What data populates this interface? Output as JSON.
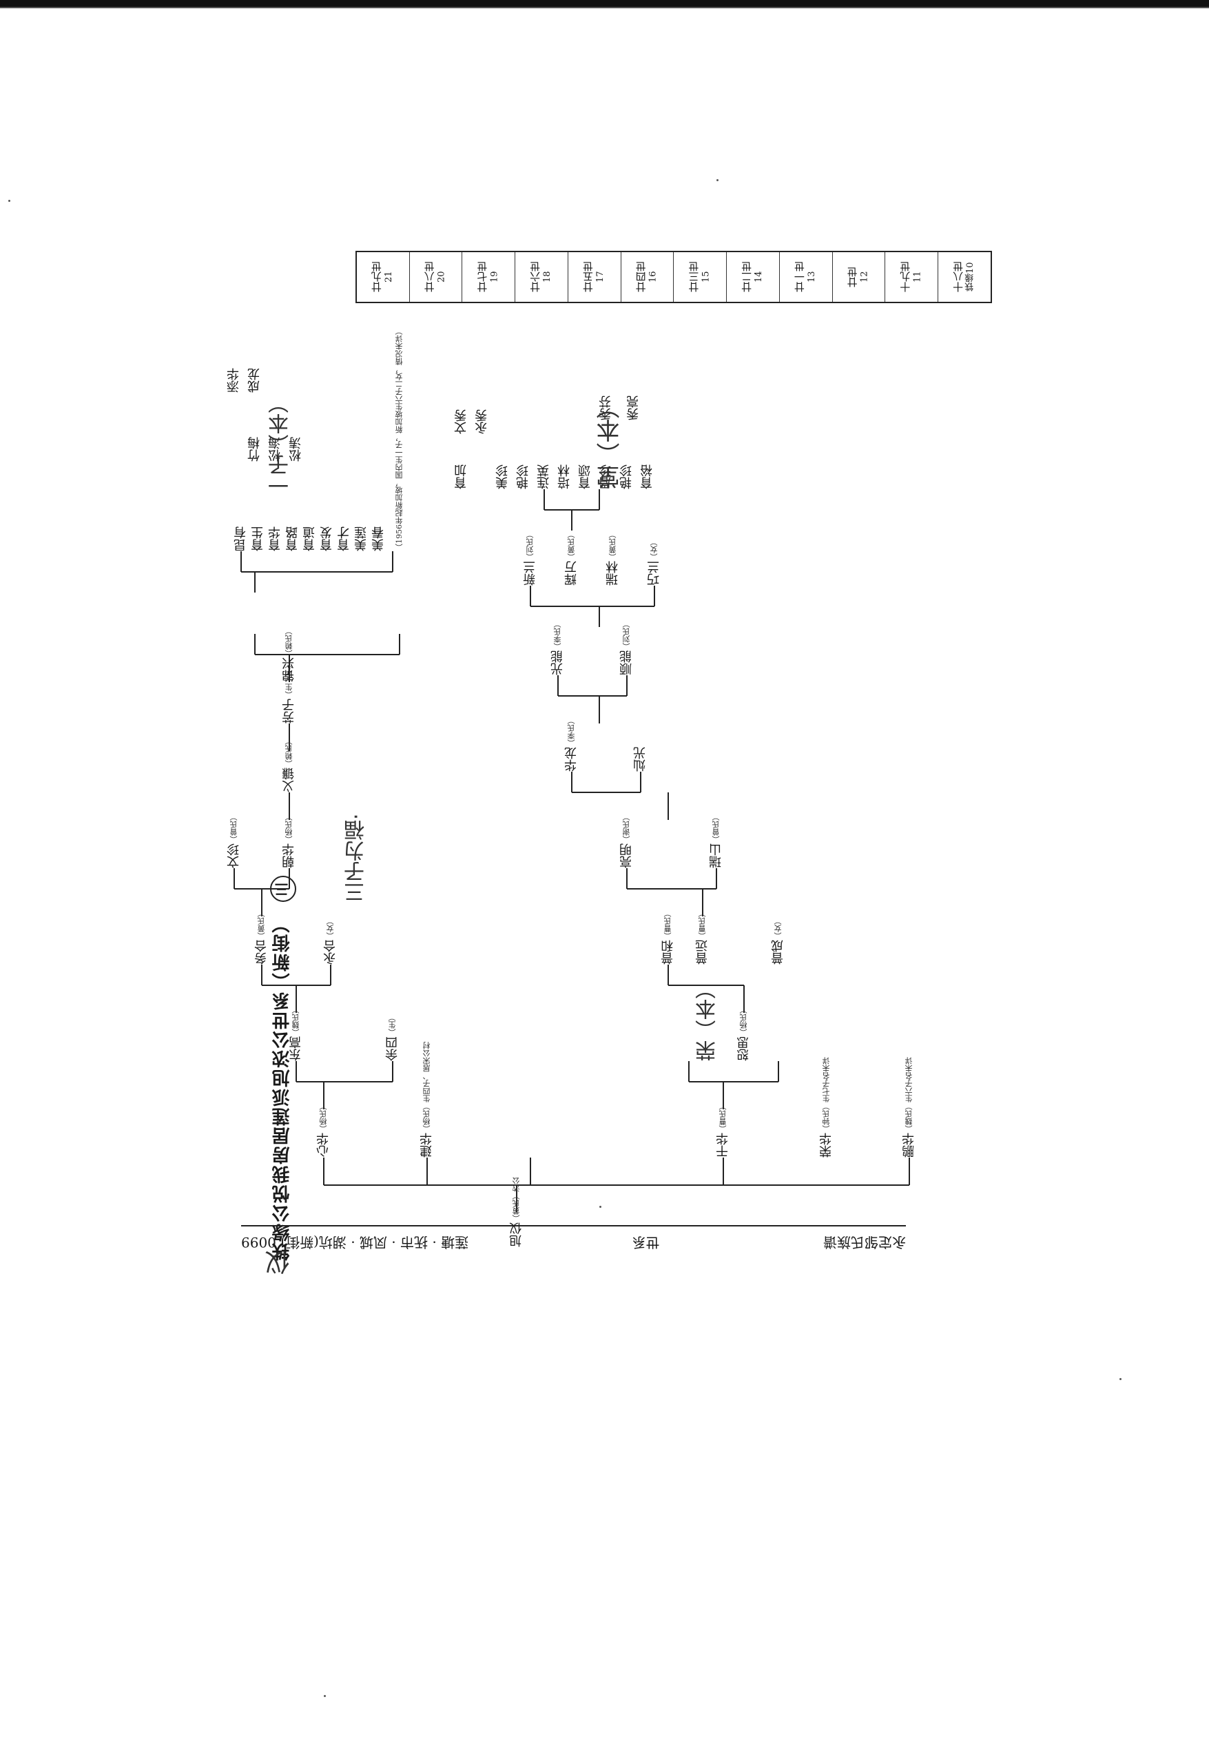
{
  "title": "铁缘公悦我房居莲派旭浓公世系（新街）",
  "title_badge": "三",
  "generations": [
    {
      "label": "十八世",
      "num": "铁缘10"
    },
    {
      "label": "十九世",
      "num": "11"
    },
    {
      "label": "廿世",
      "num": "12"
    },
    {
      "label": "廿一世",
      "num": "13"
    },
    {
      "label": "廿二世",
      "num": "14"
    },
    {
      "label": "廿三世",
      "num": "15"
    },
    {
      "label": "廿四世",
      "num": "16"
    },
    {
      "label": "廿五世",
      "num": "17"
    },
    {
      "label": "廿六世",
      "num": "18"
    },
    {
      "label": "廿七世",
      "num": "19"
    },
    {
      "label": "廿八世",
      "num": "20"
    },
    {
      "label": "廿九世",
      "num": "21"
    }
  ],
  "nodes": {
    "root": "旭仪",
    "root_note": "（黄氏）浓公",
    "g11_a": "心华",
    "g11_a_note": "（杨氏）",
    "g11_b": "建华",
    "g11_b_note": "（杨氏）生四子、居宋公村",
    "g11_c": "干华",
    "g11_c_note": "（曹氏）",
    "g11_d": "荣华",
    "g11_d_note": "（钟氏）生七子名未详",
    "g11_e": "鹏华",
    "g11_e_note": "（魏氏）生六子名未详",
    "g12_a": "东高",
    "g12_a_note": "（魏氏）",
    "g12_b": "余四",
    "g12_b_note": "（生）",
    "g12_c": "恕思",
    "g12_c_note": "（杨氏）",
    "g13_a": "务合",
    "g13_a_note": "（黄氏）",
    "g13_b": "永合",
    "g13_b_note": "（女）",
    "g13_c": "普和",
    "g13_c_note": "（曹氏）",
    "g13_d": "普远",
    "g13_d_note": "（曹氏）",
    "g13_e": "普成",
    "g13_e_note": "（女）",
    "g14_a": "朝华",
    "g14_a_note": "（杨氏）",
    "g14_b": "亮明",
    "g14_b_note": "（谢氏）",
    "g14_c": "瑞山",
    "g14_c_note": "（曾氏）",
    "g15_a": "义镰",
    "g15_a_note": "（赖氏）",
    "g15_b": "文珍",
    "g15_b_note": "（曾氏）",
    "g15_c": "华龙",
    "g15_c_note": "（李氏）",
    "g15_d": "灿光",
    "g16_a": "芳子",
    "g16_a_note": "（生一子）",
    "g16_b": "光能",
    "g16_b_note": "（李氏）",
    "g16_c": "顺能",
    "g16_c_note": "（刘氏）",
    "g17_a": "锦兴",
    "g17_a_note": "（赖氏）",
    "g17_b": "新兰",
    "g17_b_note": "（刘氏）",
    "g17_c": "辉万",
    "g17_c_note": "（黄氏）",
    "g17_d": "瑞林",
    "g17_d_note": "（黄氏）",
    "g17_e": "巧兰",
    "g17_e_note": "（女）",
    "g18_a": "昆有",
    "g18_b": "育生",
    "g18_c": "育华",
    "g18_d": "育路",
    "g18_e": "育道",
    "g18_f": "育发",
    "g18_g": "育才",
    "g18_h": "美莲",
    "g18_i": "美春",
    "g18_j": "育加",
    "g18_k": "美珍",
    "g18_l": "艳珍",
    "g18_m": "连英",
    "g18_n": "培林",
    "g18_o": "育颂",
    "g18_p": "眉珍",
    "g18_q": "艳珍",
    "g18_r": "育裕",
    "g19_a": "竹梅",
    "g19_b": "松海",
    "g19_c": "松涛",
    "g19_d": "文秀",
    "g19_e": "永秀",
    "g19_f": "秀芬",
    "g19_g": "秀亮",
    "g20_a": "添华",
    "g20_b": "成龙",
    "note_right": "（1956年起新加坡，国内生一子，新加坡生六子二女，情况未详）"
  },
  "handwriting": {
    "h1": "三子为福·",
    "h2": "一子（本）",
    "h3": "堂（本）",
    "h4": "荣（本）",
    "h5": "仪"
  },
  "footer": {
    "left": "永定邹氏族谱",
    "center": "世系",
    "right": "莲塘 · 抚市 · 凤城 · 湖坑(新街) 0099"
  }
}
